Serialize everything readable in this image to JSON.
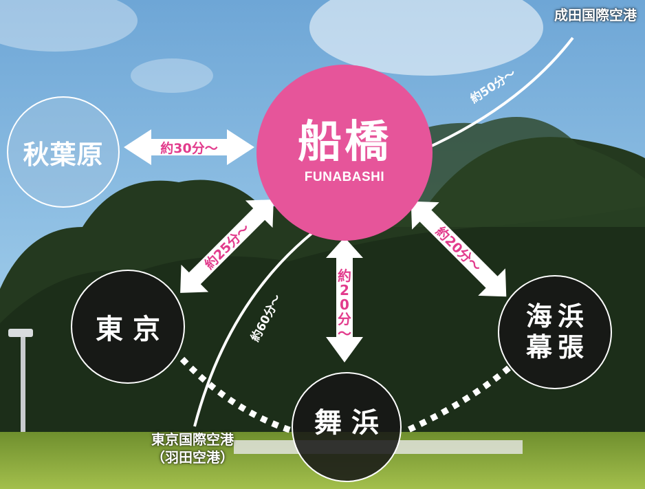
{
  "colors": {
    "hub": "#e6559a",
    "label_pink": "#e23b8c",
    "arrow": "#ffffff",
    "dark_circle": "#161616",
    "sky": "#8ebfe3",
    "trees": "#1f3520",
    "grass": "#8aaa3c"
  },
  "hub": {
    "name": "船橋",
    "romaji": "FUNABASHI"
  },
  "destinations": {
    "akihabara": "秋葉原",
    "tokyo": "東京",
    "maihama": "舞浜",
    "kaihin_line1": "海浜",
    "kaihin_line2": "幕張"
  },
  "airports": {
    "narita": "成田国際空港",
    "haneda_line1": "東京国際空港",
    "haneda_line2": "（羽田空港）"
  },
  "travel_times": {
    "akihabara": "約30分～",
    "tokyo": "約25分～",
    "maihama": "約20分～",
    "kaihin": "約20分～",
    "narita": "約50分～",
    "haneda": "約60分～"
  }
}
